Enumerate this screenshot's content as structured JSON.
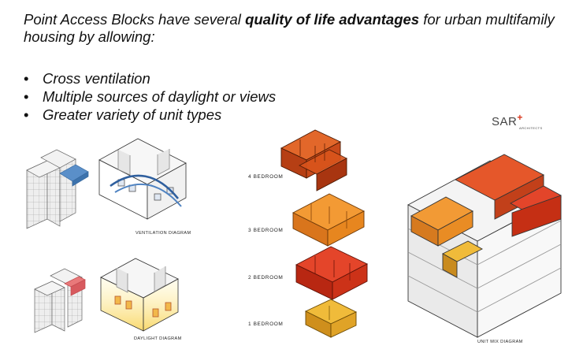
{
  "intro": {
    "part1": "Point Access Blocks have several ",
    "emphasis": "quality of life advantages",
    "part2": " for urban multifamily housing by allowing:"
  },
  "bullets": [
    "Cross ventilation",
    "Multiple sources of daylight or views",
    "Greater variety of unit types"
  ],
  "logo": {
    "mark": "SAR",
    "plus": "+",
    "sub": "ARCHITECTS"
  },
  "captions": {
    "ventilation": "VENTILATION DIAGRAM",
    "daylight": "DAYLIGHT DIAGRAM",
    "unit_mix": "UNIT MIX DIAGRAM"
  },
  "bedrooms": [
    "4 BEDROOM",
    "3 BEDROOM",
    "2 BEDROOM",
    "1 BEDROOM"
  ],
  "colors": {
    "four_bed": "#d9541c",
    "three_bed": "#ee8a22",
    "two_bed": "#db3a1e",
    "one_bed": "#e8ab2c",
    "highlight_blue": "#5a8fc9",
    "highlight_red": "#e9797a"
  }
}
